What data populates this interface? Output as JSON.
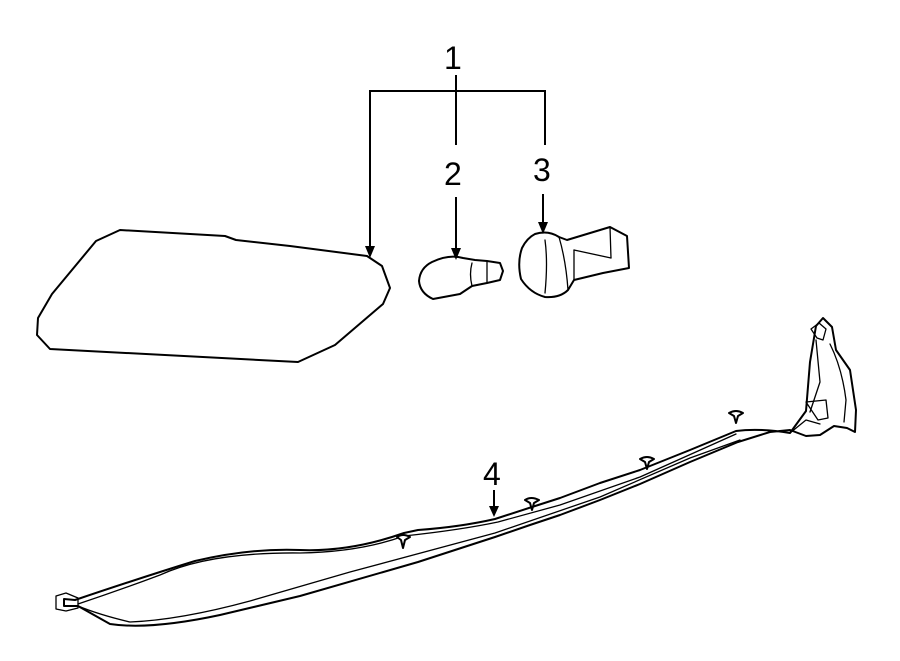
{
  "diagram": {
    "callouts": [
      {
        "id": "1",
        "label": "1"
      },
      {
        "id": "2",
        "label": "2"
      },
      {
        "id": "3",
        "label": "3"
      },
      {
        "id": "4",
        "label": "4"
      }
    ]
  },
  "colors": {
    "line": "#000000",
    "background": "#ffffff"
  }
}
